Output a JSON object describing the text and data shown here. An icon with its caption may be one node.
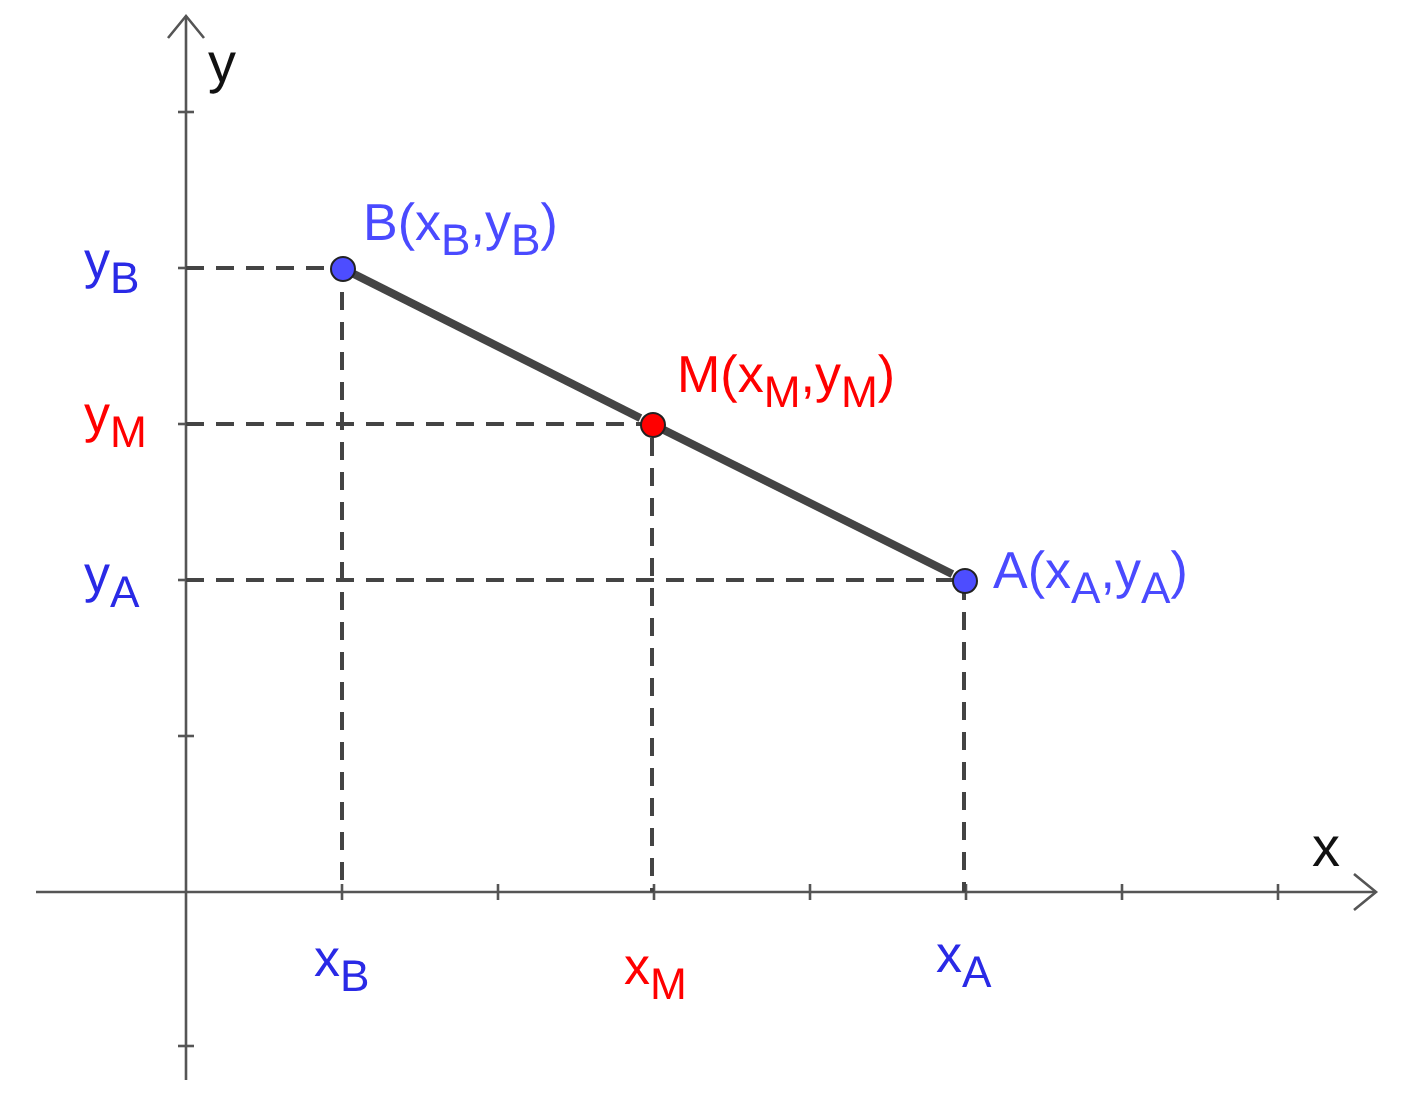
{
  "diagram": {
    "nodes": [
      {
        "text": [],
        "shape": "circle",
        "beside": [
          "B(x$_{B}$,y$_{B}$)"
        ]
      },
      {
        "text": [],
        "shape": "circle",
        "beside": [
          "M(x$_{M}$,y$_{M}$)"
        ]
      },
      {
        "text": [],
        "shape": "circle",
        "beside": [
          "A(x$_{A}$,y$_{A}$)"
        ]
      }
    ],
    "edges": [
      {
        "from": 0,
        "to": 1,
        "arrow": "none"
      },
      {
        "from": 1,
        "to": 2,
        "arrow": "none"
      }
    ],
    "labels": [
      "y",
      "y$_{B}$",
      "y$_{M}$",
      "y$_{A}$",
      "x",
      "x$_{B}$",
      "x$_{M}$",
      "x$_{A}$"
    ]
  }
}
